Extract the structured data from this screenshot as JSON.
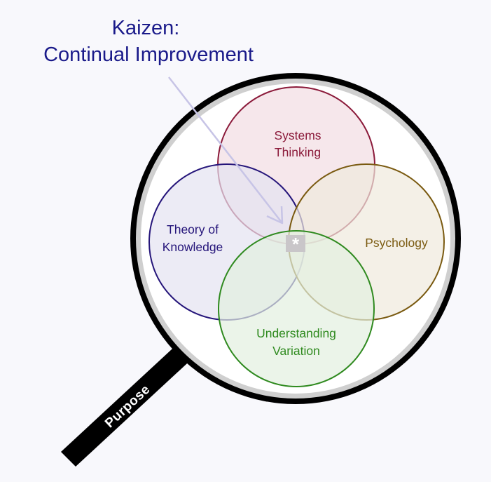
{
  "title": {
    "line1": "Kaizen:",
    "line2": "Continual Improvement"
  },
  "handle_label": "Purpose",
  "center_marker": "*",
  "circles": {
    "systems": {
      "line1": "Systems",
      "line2": "Thinking",
      "stroke": "#8b1a3a",
      "fill": "#f2dde3",
      "text": "#8b1a3a"
    },
    "knowledge": {
      "line1": "Theory of",
      "line2": "Knowledge",
      "stroke": "#25157a",
      "fill": "#e4e2f1",
      "text": "#25157a"
    },
    "psychology": {
      "line1": "Psychology",
      "stroke": "#7a5a10",
      "fill": "#efe9dd",
      "text": "#7a5a10"
    },
    "variation": {
      "line1": "Understanding",
      "line2": "Variation",
      "stroke": "#2f8a1f",
      "fill": "#e3efe0",
      "text": "#2f8a1f"
    }
  },
  "colors": {
    "title": "#1a1a8a",
    "arrow": "#c7c4e6",
    "lens_rim": "#000000",
    "lens_inner_ring": "#c8c8c8",
    "handle": "#000000"
  }
}
